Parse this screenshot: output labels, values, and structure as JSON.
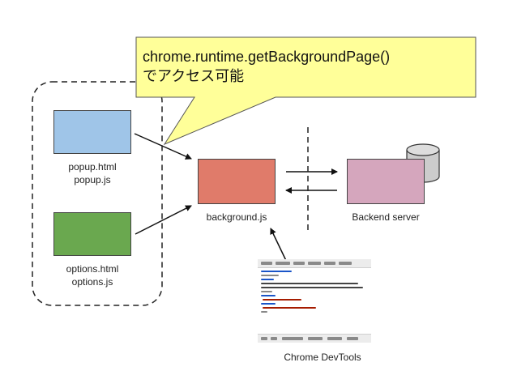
{
  "callout": {
    "line1": "chrome.runtime.getBackgroundPage()",
    "line2": "でアクセス可能"
  },
  "popup": {
    "line1": "popup.html",
    "line2": "popup.js"
  },
  "options": {
    "line1": "options.html",
    "line2": "options.js"
  },
  "background": {
    "label": "background.js"
  },
  "backend": {
    "label": "Backend server"
  },
  "devtools": {
    "label": "Chrome DevTools"
  },
  "colors": {
    "popup_fill": "#9fc5e8",
    "options_fill": "#6aa84f",
    "background_fill": "#e07b6a",
    "backend_fill": "#d5a6bd",
    "callout_fill": "#ffff99",
    "database_fill": "#cccccc"
  }
}
